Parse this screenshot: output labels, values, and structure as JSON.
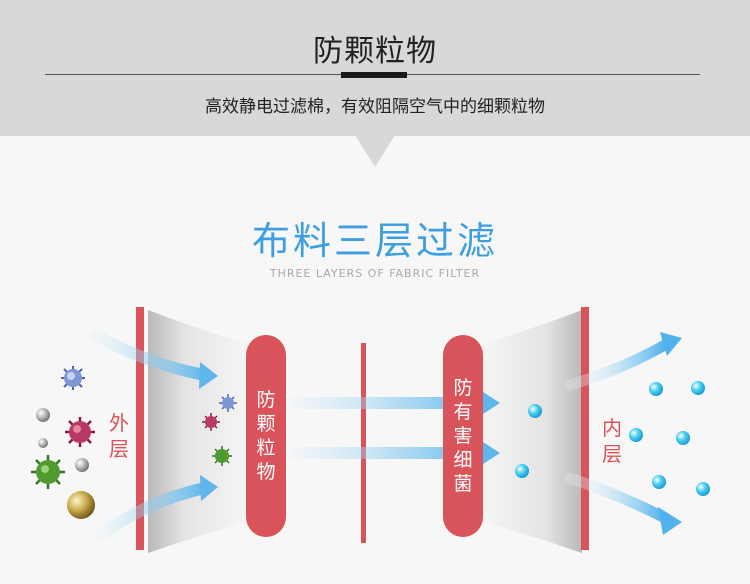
{
  "banner": {
    "title": "防颗粒物",
    "subtitle": "高效静电过滤棉，有效阻隔空气中的细颗粒物"
  },
  "section": {
    "title": "布料三层过滤",
    "subtitle": "THREE LAYERS OF FABRIC FILTER"
  },
  "layers": {
    "outer": [
      "外",
      "层"
    ],
    "inner": [
      "内",
      "层"
    ],
    "particle_filter": [
      "防",
      "颗",
      "粒",
      "物"
    ],
    "bacteria_filter": [
      "防",
      "有",
      "害",
      "细",
      "菌"
    ]
  },
  "colors": {
    "accent_red": "#d9545a",
    "title_blue": "#3d9fe0",
    "clean_particle": "#2bbde8",
    "banner_bg": "#d8d8d8"
  },
  "icons": [
    "virus-icon",
    "bacteria-icon",
    "dust-particle-icon",
    "airflow-arrow-icon",
    "clean-air-particle-icon"
  ]
}
